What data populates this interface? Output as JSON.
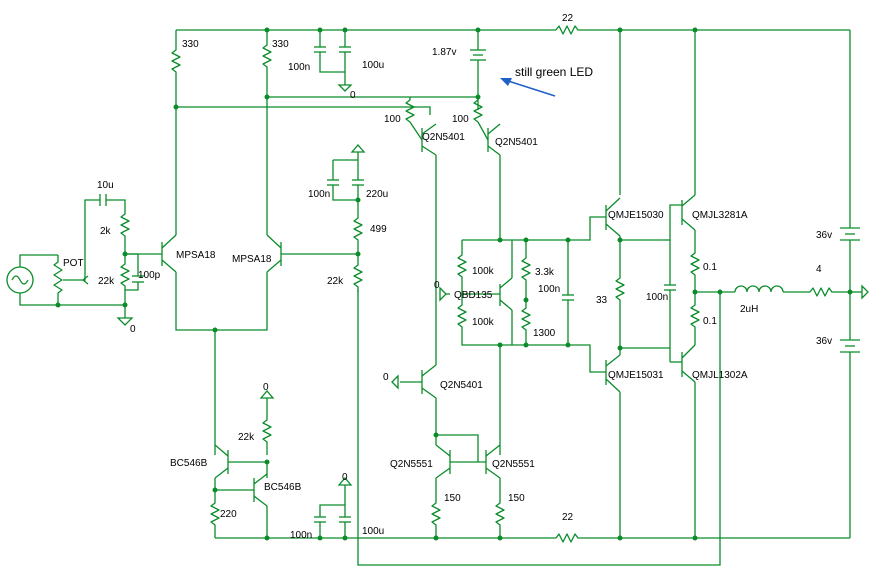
{
  "colors": {
    "wire": "#0a8c2a",
    "text": "#000000",
    "annotation": "#1e5fc8"
  },
  "resistors": {
    "r330_left": "330",
    "r330_mid": "330",
    "r100_a": "100",
    "r100_b": "100",
    "r2k": "2k",
    "r22k_in": "22k",
    "r22k_fb": "22k",
    "r22k_bias": "22k",
    "r499": "499",
    "r100k_top": "100k",
    "r100k_bot": "100k",
    "r3k3": "3.3k",
    "r1300": "1300",
    "r33": "33",
    "r01_top": "0.1",
    "r01_bot": "0.1",
    "r22_top": "22",
    "r22_bot": "22",
    "r150_left": "150",
    "r150_right": "150",
    "r220": "220",
    "r4": "4",
    "pot": "POT"
  },
  "capacitors": {
    "c100n_top": "100n",
    "c100u_top": "100u",
    "c100n_mid": "100n",
    "c220u": "220u",
    "c10u": "10u",
    "c100p": "100p",
    "c100n_vbe": "100n",
    "c100n_out": "100n",
    "c100n_bot": "100n",
    "c100u_bot": "100u"
  },
  "inductor": "2uH",
  "led": {
    "voltage": "1.87v",
    "note": "still green LED"
  },
  "supplies": {
    "top": "36v",
    "bottom": "36v"
  },
  "transistors": {
    "mpsa18_l": "MPSA18",
    "mpsa18_r": "MPSA18",
    "q2n5401_a": "Q2N5401",
    "q2n5401_b": "Q2N5401",
    "q2n5401_c": "Q2N5401",
    "q2n5551_a": "Q2N5551",
    "q2n5551_b": "Q2N5551",
    "bc546_a": "BC546B",
    "bc546_b": "BC546B",
    "qbd135": "QBD135",
    "mje15030": "QMJE15030",
    "mje15031": "QMJE15031",
    "mjl3281": "QMJL3281A",
    "mjl1302": "QMJL1302A"
  },
  "grounds": {
    "g_top": "0",
    "g_in": "0",
    "g_bd": "0",
    "g_bias": "0",
    "g_out": "0",
    "g_cur": "0"
  }
}
